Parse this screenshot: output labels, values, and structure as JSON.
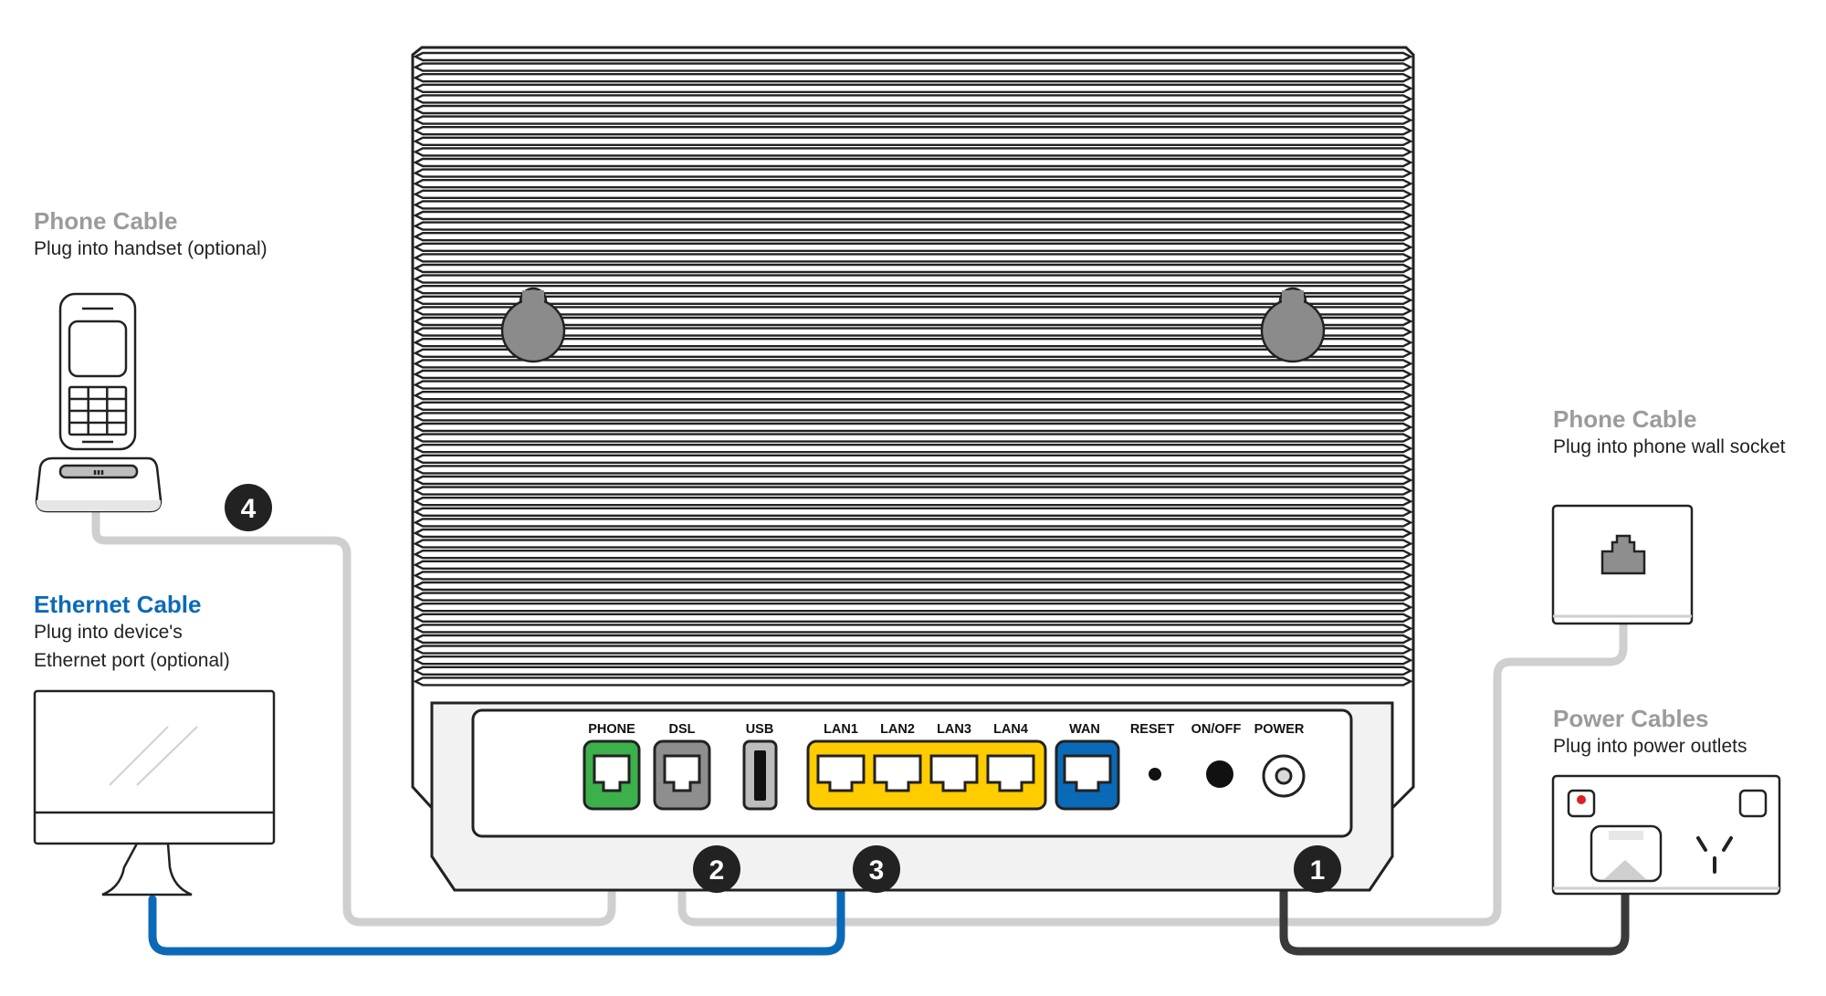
{
  "colors": {
    "phone_port": "#3cb04a",
    "dsl_port": "#8e8e8e",
    "lan_block": "#ffcc00",
    "wan_port": "#0a6ab8",
    "ethernet_cable": "#0a6ab8",
    "light_cable": "#cfcfcf",
    "power_cable": "#3a3a3a",
    "outline": "#222222",
    "badge": "#222222",
    "mount_hole": "#8b8b8b",
    "power_outlet_indicator": "#e02020"
  },
  "labels": {
    "phone_handset": {
      "title": "Phone Cable",
      "subtitle": "Plug into handset (optional)"
    },
    "ethernet": {
      "title": "Ethernet Cable",
      "line1": "Plug into device's",
      "line2": "Ethernet port (optional)"
    },
    "phone_wall": {
      "title": "Phone Cable",
      "subtitle": "Plug into phone wall socket"
    },
    "power": {
      "title": "Power Cables",
      "subtitle": "Plug into power outlets"
    }
  },
  "ports": {
    "phone": "PHONE",
    "dsl": "DSL",
    "usb": "USB",
    "lan1": "LAN1",
    "lan2": "LAN2",
    "lan3": "LAN3",
    "lan4": "LAN4",
    "wan": "WAN",
    "reset": "RESET",
    "on_off": "ON/OFF",
    "power": "POWER"
  },
  "steps": [
    "1",
    "2",
    "3",
    "4"
  ],
  "icons": {
    "handset": "cordless-phone-icon",
    "monitor": "computer-monitor-icon",
    "wall_socket": "phone-wall-socket-icon",
    "power_outlet": "power-outlet-icon"
  }
}
